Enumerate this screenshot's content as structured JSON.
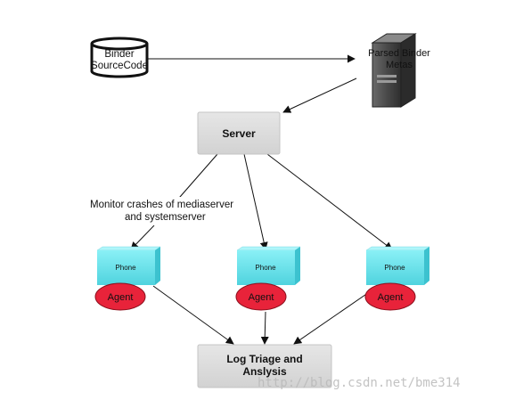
{
  "diagram": {
    "source_db": {
      "line1": "Binder",
      "line2": "SourceCode"
    },
    "parsed_metas": {
      "line1": "Parsed Binder",
      "line2": "Metas"
    },
    "server": {
      "label": "Server"
    },
    "monitor_label": {
      "line1": "Monitor crashes of mediaserver",
      "line2": "and systemserver"
    },
    "phones": [
      {
        "label": "Phone",
        "agent": "Agent"
      },
      {
        "label": "Phone",
        "agent": "Agent"
      },
      {
        "label": "Phone",
        "agent": "Agent"
      }
    ],
    "log_triage": {
      "line1": "Log Triage and",
      "line2": "Anslysis"
    }
  },
  "watermark": "http://blog.csdn.net/bme314",
  "colors": {
    "server_fill": "#dcdcdc",
    "log_fill": "#dcdcdc",
    "phone_fill": "#66e0e8",
    "agent_fill": "#e8233a",
    "line": "#111111",
    "server_dark": "#333333"
  }
}
